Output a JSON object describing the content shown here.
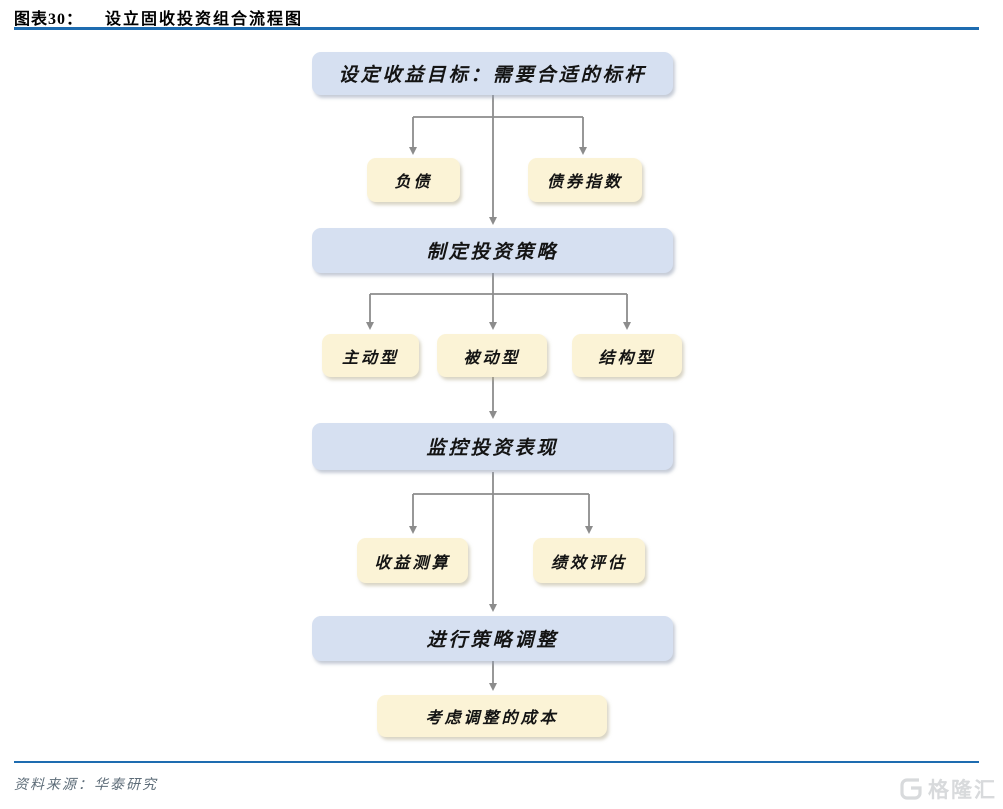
{
  "header": {
    "figure_label": "图表30：",
    "figure_title": "设立固收投资组合流程图"
  },
  "flowchart": {
    "nodes": [
      {
        "label": "设定收益目标：需要合适的标杆",
        "type": "primary"
      },
      {
        "label": "负债",
        "type": "secondary"
      },
      {
        "label": "债券指数",
        "type": "secondary"
      },
      {
        "label": "制定投资策略",
        "type": "primary"
      },
      {
        "label": "主动型",
        "type": "secondary"
      },
      {
        "label": "被动型",
        "type": "secondary"
      },
      {
        "label": "结构型",
        "type": "secondary"
      },
      {
        "label": "监控投资表现",
        "type": "primary"
      },
      {
        "label": "收益测算",
        "type": "secondary"
      },
      {
        "label": "绩效评估",
        "type": "secondary"
      },
      {
        "label": "进行策略调整",
        "type": "primary"
      },
      {
        "label": "考虑调整的成本",
        "type": "secondary"
      }
    ]
  },
  "footer": {
    "source": "资料来源：华泰研究",
    "logo_text": "格隆汇"
  },
  "colors": {
    "accent_rule": "#1e6cb0",
    "primary_node_bg": "#d6e0f1",
    "secondary_node_bg": "#fbf3d6",
    "connector": "#8c8c8c",
    "source_text": "#5e6d79",
    "logo": "#d8dadc"
  }
}
